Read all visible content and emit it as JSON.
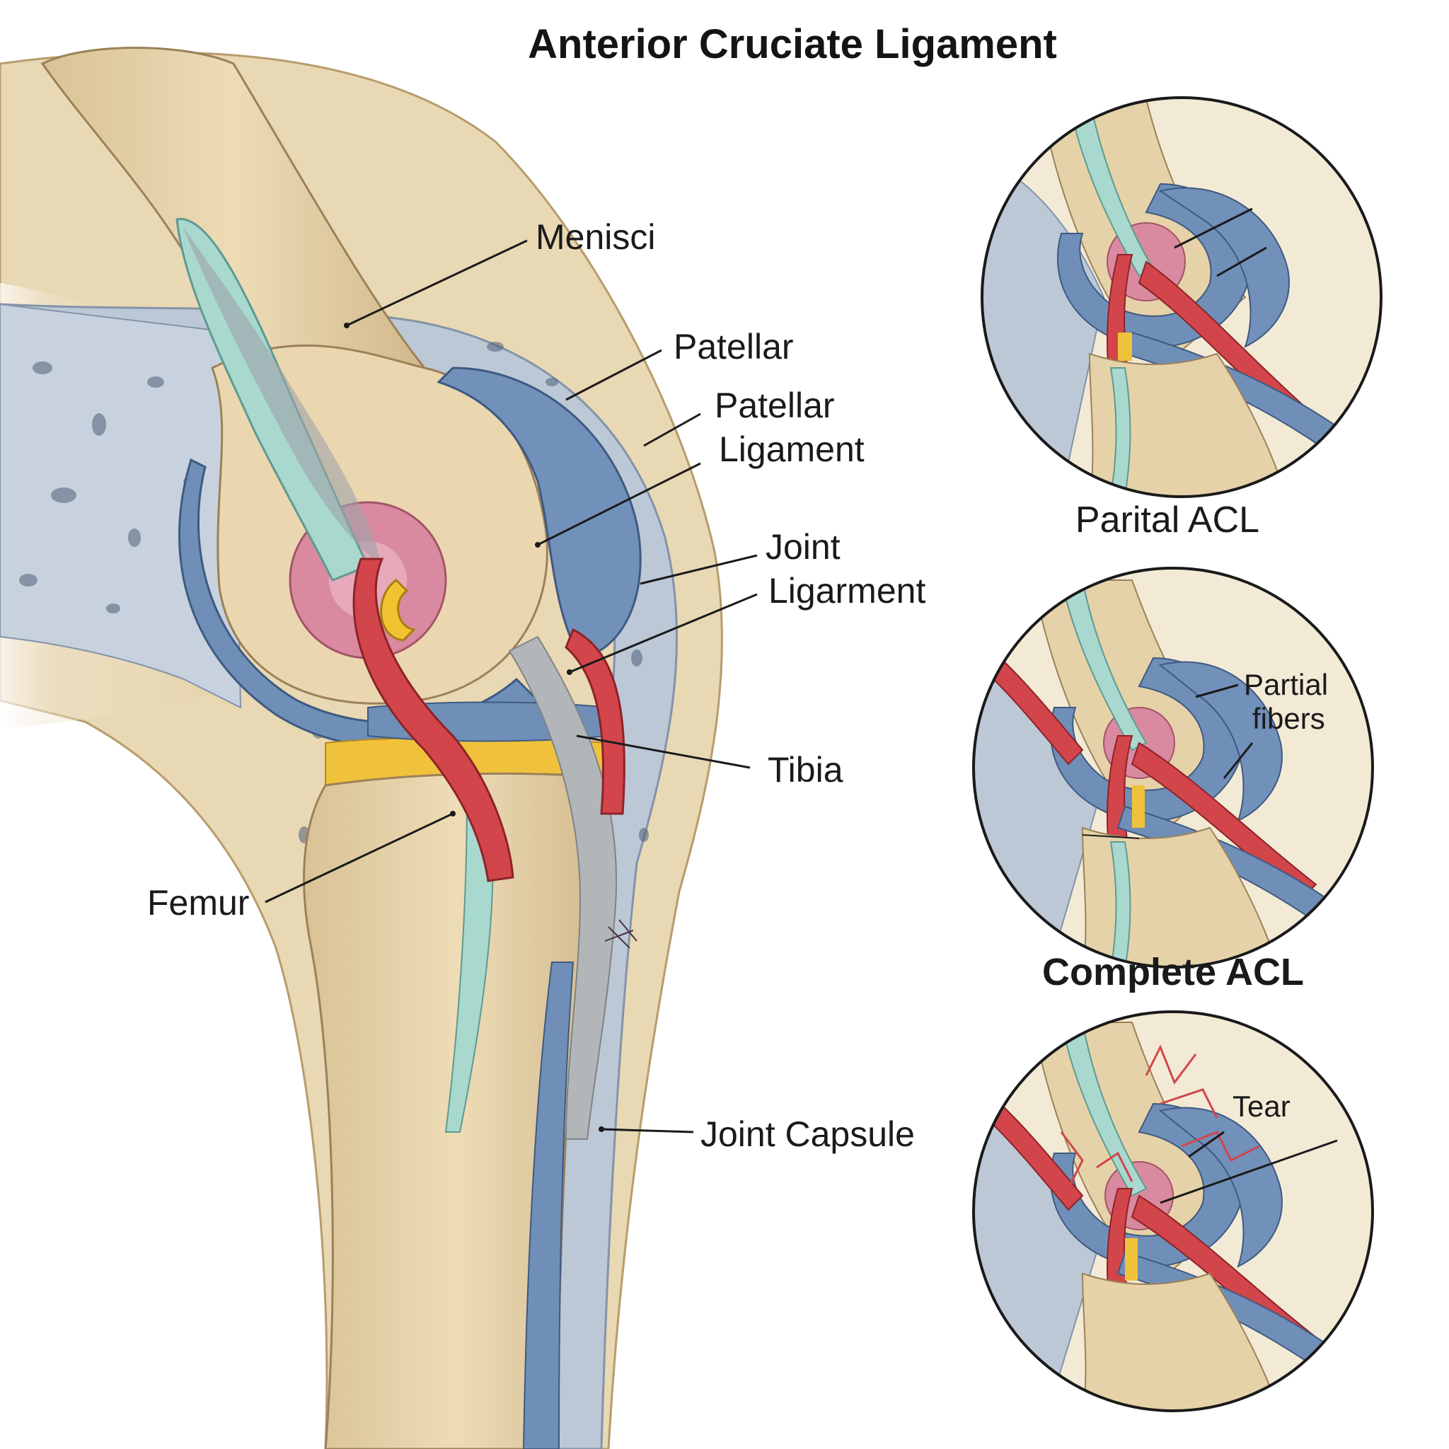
{
  "title": "Anterior Cruciate Ligament",
  "labels": {
    "menisci": "Menisci",
    "patellar": "Patellar",
    "patellar_ligament_line1": "Patellar",
    "patellar_ligament_line2": "Ligament",
    "joint_ligament_line1": "Joint",
    "joint_ligament_line2": "Ligarment",
    "tibia": "Tibia",
    "femur": "Femur",
    "joint_capsule": "Joint Capsule"
  },
  "insets": {
    "partial_title": "Parital ACL",
    "partial_fibers_line1": "Partial",
    "partial_fibers_line2": "fibers",
    "complete_title": "Complete ACL",
    "tear": "Tear"
  },
  "colors": {
    "bone": "#e6d2a8",
    "bone_shadow": "#cdb488",
    "cartilage_blue": "#6f8fb8",
    "ligament_red": "#d2454b",
    "tendon_teal": "#a9d8cf",
    "synovium_pink": "#d98aa0",
    "meniscus_yellow": "#f0c23c",
    "capsule_gray": "#b9c4d3"
  }
}
